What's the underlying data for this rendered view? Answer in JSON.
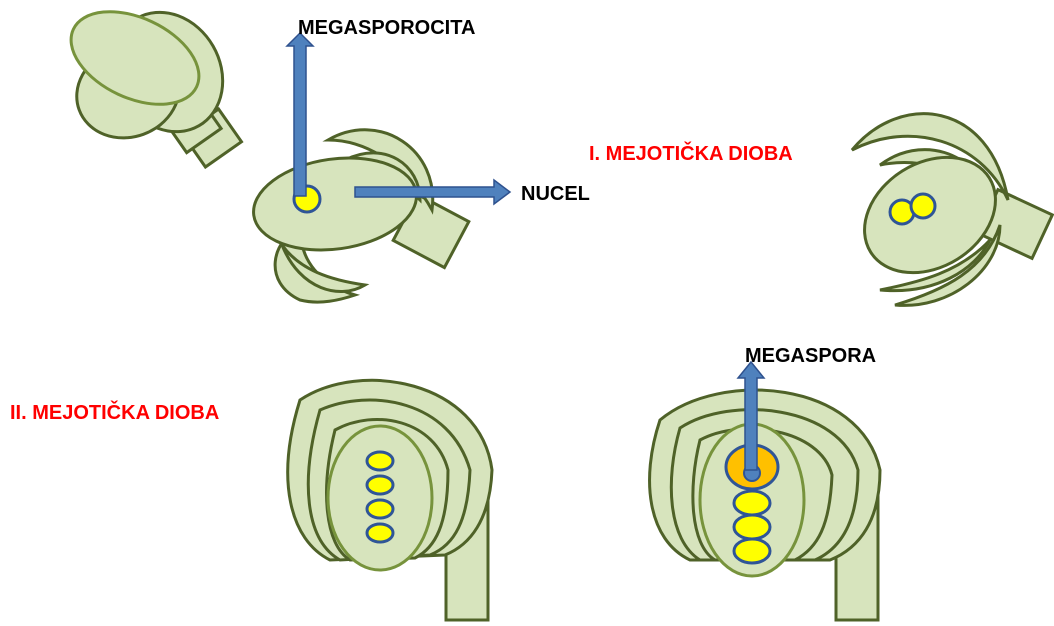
{
  "labels": {
    "megasporocita": "MEGASPOROCITA",
    "nucel": "NUCEL",
    "first_division": "I. MEJOTIČKA DIOBA",
    "second_division": "II. MEJOTIČKA DIOBA",
    "megaspora": "MEGASPORA"
  },
  "colors": {
    "tissue_fill": "#d7e4bd",
    "tissue_outline": "#4f6228",
    "cell_fill": "#ffff00",
    "cell_outline": "#2f5597",
    "megaspore_fill": "#ffc000",
    "arrow": "#4f81bd",
    "title_red": "#ff0000"
  }
}
